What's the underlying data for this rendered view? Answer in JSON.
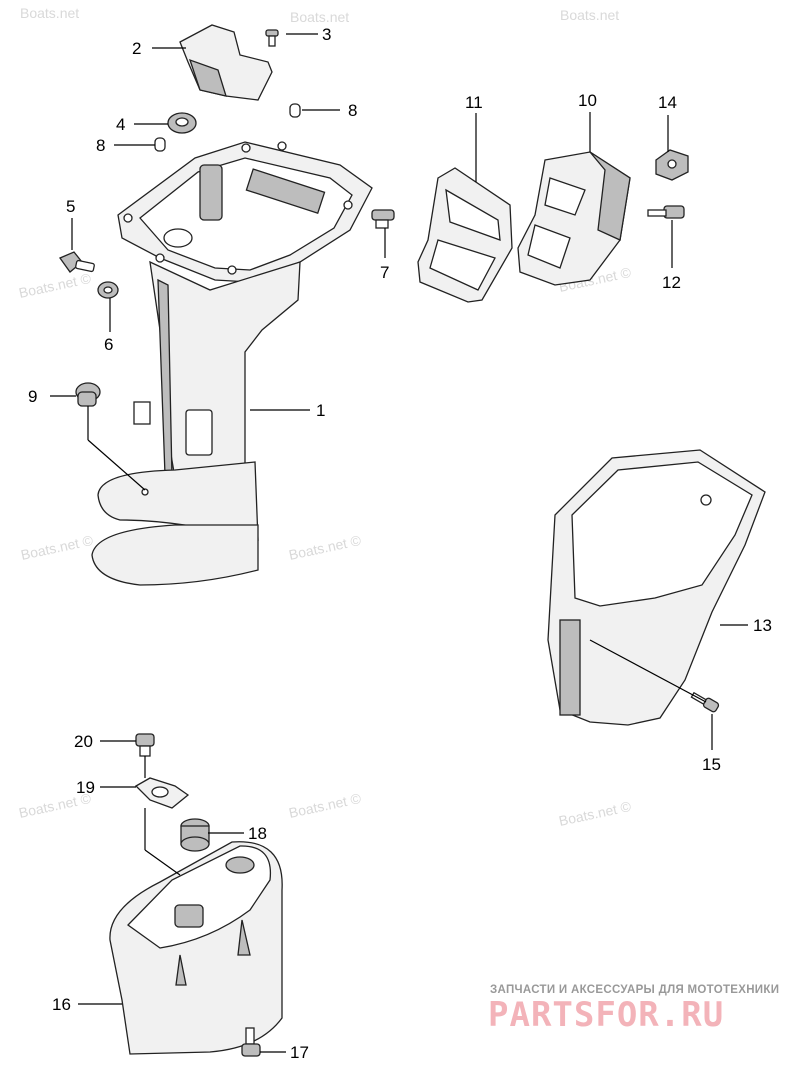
{
  "callouts": [
    "1",
    "2",
    "3",
    "4",
    "5",
    "6",
    "7",
    "8",
    "8",
    "9",
    "10",
    "11",
    "12",
    "13",
    "14",
    "15",
    "16",
    "17",
    "18",
    "19",
    "20"
  ],
  "watermark": "Boats.net ©",
  "watermark_head": "Boats.net",
  "brand": {
    "tagline": "ЗАПЧАСТИ И АКСЕССУАРЫ ДЛЯ МОТОТЕХНИКИ",
    "logo": "PARTSFOR.RU",
    "logo_color": "#f3b3b9"
  }
}
